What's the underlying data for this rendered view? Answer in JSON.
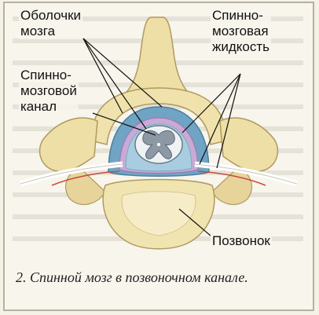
{
  "labels": {
    "meninges": "Оболочки\nмозга",
    "csf": "Спинно-\nмозговая\nжидкость",
    "canal": "Спинно-\nмозговой\nканал",
    "vertebra": "Позвонок"
  },
  "caption": "2. Спинной мозг в позвоночном канале."
}
